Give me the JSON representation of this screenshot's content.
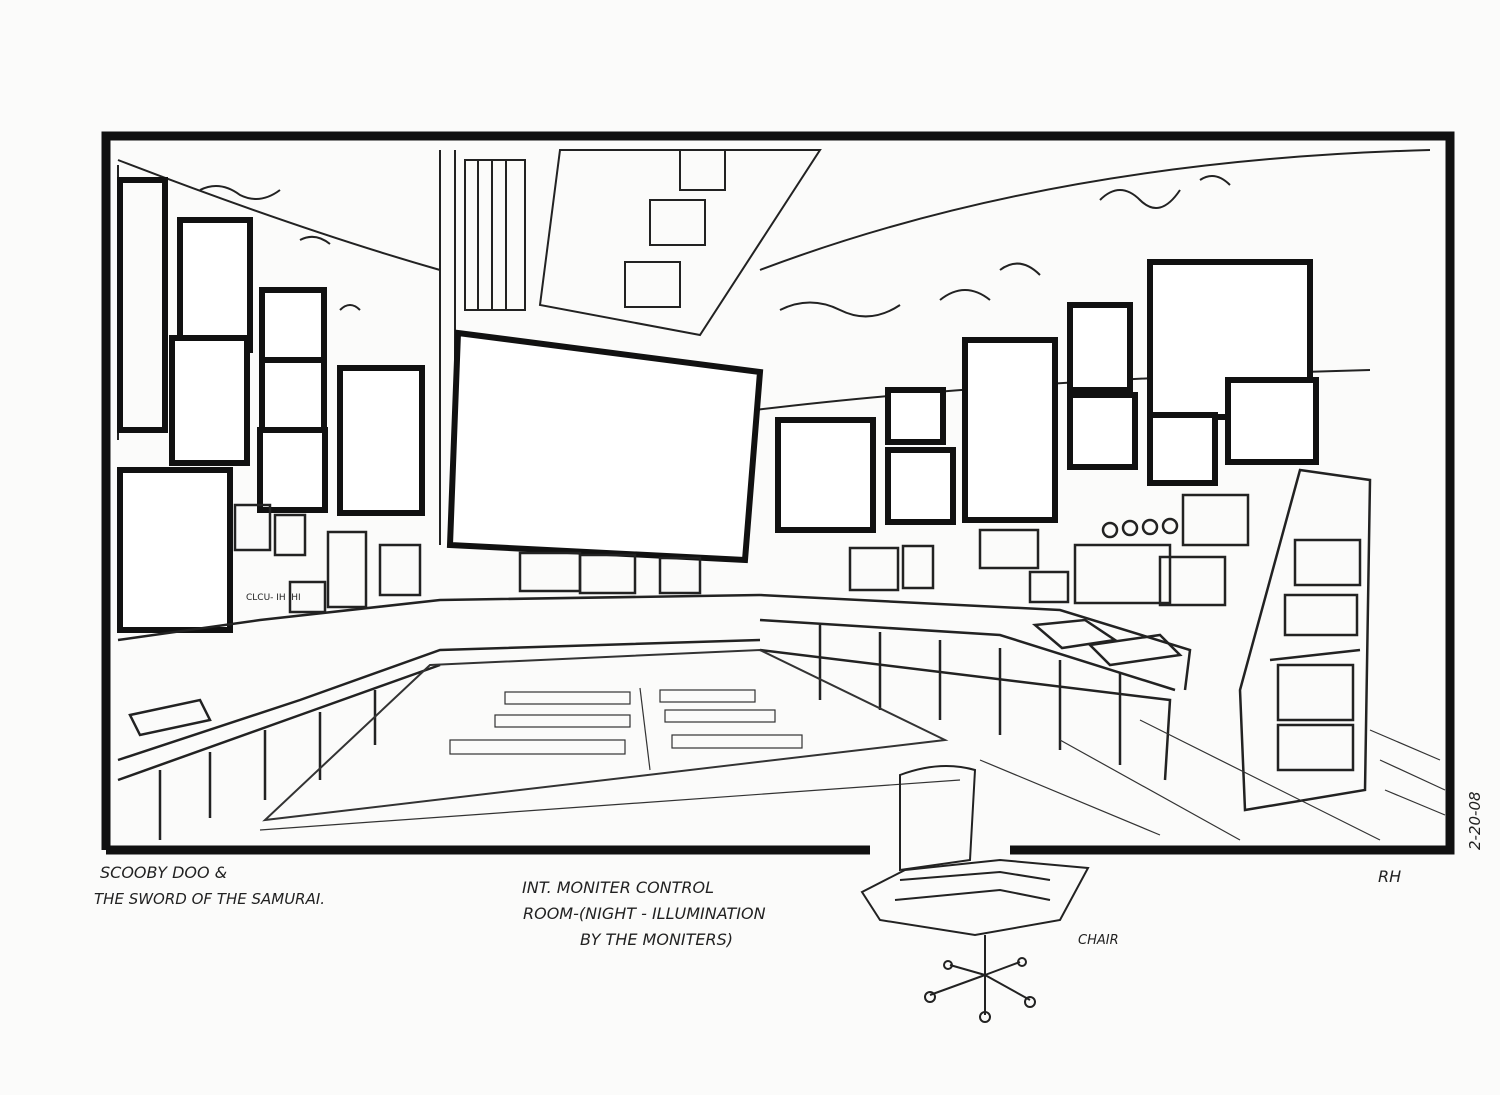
{
  "captions": {
    "project_line1": "SCOOBY DOO &",
    "project_line2": "THE SWORD OF THE SAMURAI.",
    "scene_line1": "INT. MONITER CONTROL",
    "scene_line2": "ROOM-(NIGHT - ILLUMINATION",
    "scene_line3": "BY THE MONITERS)",
    "chair_label": "CHAIR",
    "date": "2-20-08",
    "initials": "RH"
  },
  "console_labels": {
    "left_panel": "CLCU- IH IHI"
  },
  "colors": {
    "ink": "#111111",
    "paper": "#fbfbfa"
  }
}
